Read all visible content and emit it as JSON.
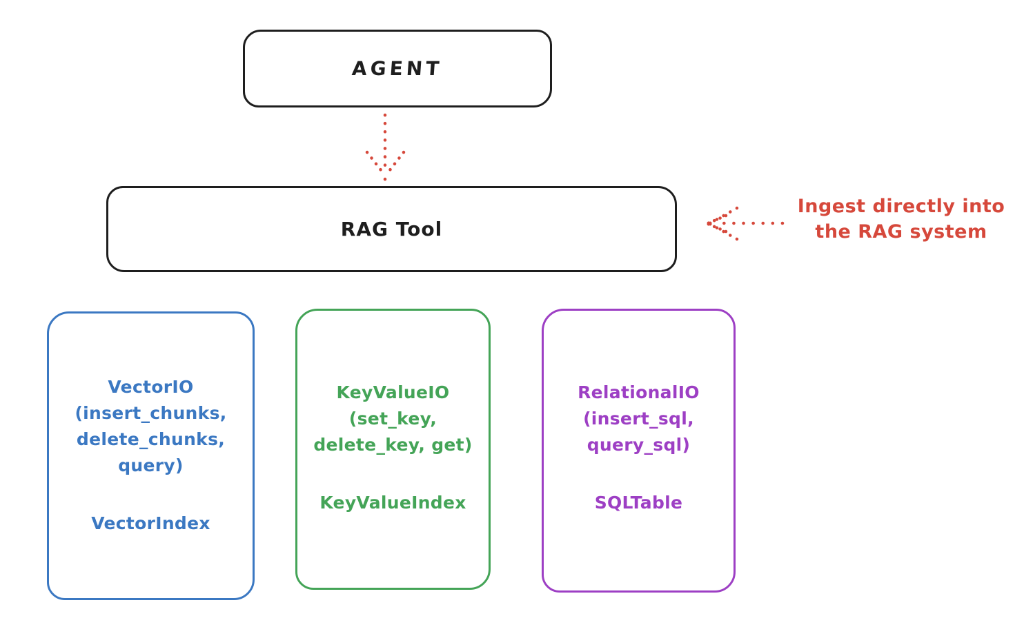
{
  "colors": {
    "ink": "#1e1e1e",
    "red": "#d6483b",
    "blue": "#3b78c2",
    "green": "#44a457",
    "purple": "#9d3fc4",
    "background": "#ffffff"
  },
  "agent_box": {
    "label": "AGENT"
  },
  "rag_tool_box": {
    "label": "RAG Tool"
  },
  "annotation": {
    "line1": "Ingest directly into",
    "line2": "the RAG system"
  },
  "arrows": {
    "agent_to_rag": "red-dotted-down-arrow",
    "annotation_to_rag": "red-dotted-left-arrow"
  },
  "storage_boxes": [
    {
      "id": "vector-io",
      "line1": "VectorIO",
      "line2": "(insert_chunks,",
      "line3": "delete_chunks,",
      "line4": "query)",
      "footer": "VectorIndex"
    },
    {
      "id": "keyvalue-io",
      "line1": "KeyValueIO",
      "line2": "(set_key,",
      "line3": "delete_key, get)",
      "line4": "",
      "footer": "KeyValueIndex"
    },
    {
      "id": "relational-io",
      "line1": "RelationalIO",
      "line2": "(insert_sql,",
      "line3": "query_sql)",
      "line4": "",
      "footer": "SQLTable"
    }
  ]
}
